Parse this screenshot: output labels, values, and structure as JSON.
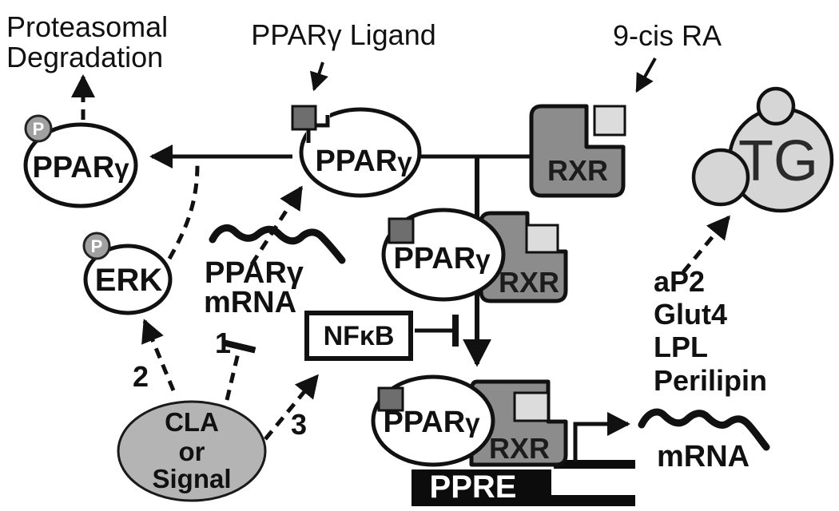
{
  "figure": {
    "type": "signaling-pathway-diagram",
    "subject": "PPARgamma / RXR regulation by CLA"
  },
  "labels": {
    "proteasomal_1": "Proteasomal",
    "proteasomal_2": "Degradation",
    "ppar_ligand": "PPARγ Ligand",
    "nine_cis_ra": "9-cis RA",
    "ppar": "PPAR",
    "gamma": "γ",
    "erk": "ERK",
    "phospho": "P",
    "rxr": "RXR",
    "tg": "TG",
    "nfkb": "NFκB",
    "ppre": "PPRE",
    "ppar_mrna_1": "PPARγ",
    "ppar_mrna_2": "mRNA",
    "mrna": "mRNA",
    "step_1": "1",
    "step_2": "2",
    "step_3": "3"
  },
  "cla_oval": {
    "line1": "CLA",
    "line2": "or",
    "line3": "Signal"
  },
  "target_genes": [
    "aP2",
    "Glut4",
    "LPL",
    "Perilipin"
  ],
  "colors": {
    "background": "#ffffff",
    "ink": "#111111",
    "receptor_gray": "#8c8c8c",
    "ligand_dark_gray": "#6e6e6e",
    "ra_light_gray": "#dcdcdc",
    "tg_gray": "#d6d6d6",
    "cla_gray": "#b4b4b4",
    "phosphate_gray": "#a0a0a0",
    "ppre_bar": "#0c0c0c",
    "ppre_text": "#ffffff"
  }
}
